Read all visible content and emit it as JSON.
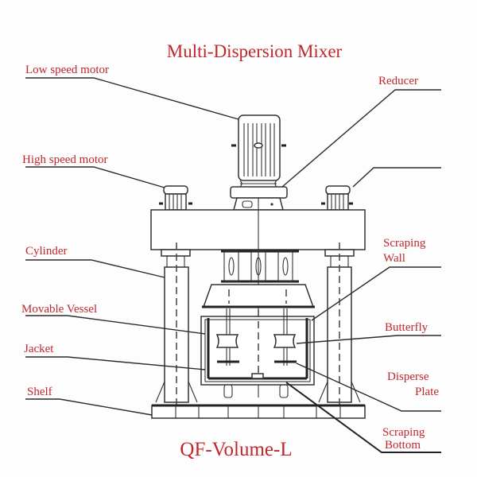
{
  "diagram": {
    "title": "Multi-Dispersion Mixer",
    "model": "QF-Volume-L",
    "colors": {
      "label_text": "#c0272d",
      "line": "#2b2b2b",
      "background": "#fdfdfd"
    },
    "labels_left": [
      {
        "id": "low-speed-motor",
        "text": "Low speed motor"
      },
      {
        "id": "high-speed-motor",
        "text": "High speed motor"
      },
      {
        "id": "cylinder",
        "text": "Cylinder"
      },
      {
        "id": "movable-vessel",
        "text": "Movable Vessel"
      },
      {
        "id": "jacket",
        "text": "Jacket"
      },
      {
        "id": "shelf",
        "text": "Shelf"
      }
    ],
    "labels_right": [
      {
        "id": "reducer",
        "text": "Reducer"
      },
      {
        "id": "unlabeled-motor",
        "text": ""
      },
      {
        "id": "scraping-wall",
        "line1": "Scraping",
        "line2": "Wall"
      },
      {
        "id": "butterfly",
        "text": "Butterfly"
      },
      {
        "id": "disperse-plate",
        "line1": "Disperse",
        "line2": "Plate"
      },
      {
        "id": "scraping-bottom",
        "line1": "Scraping",
        "line2": "Bottom"
      }
    ]
  }
}
